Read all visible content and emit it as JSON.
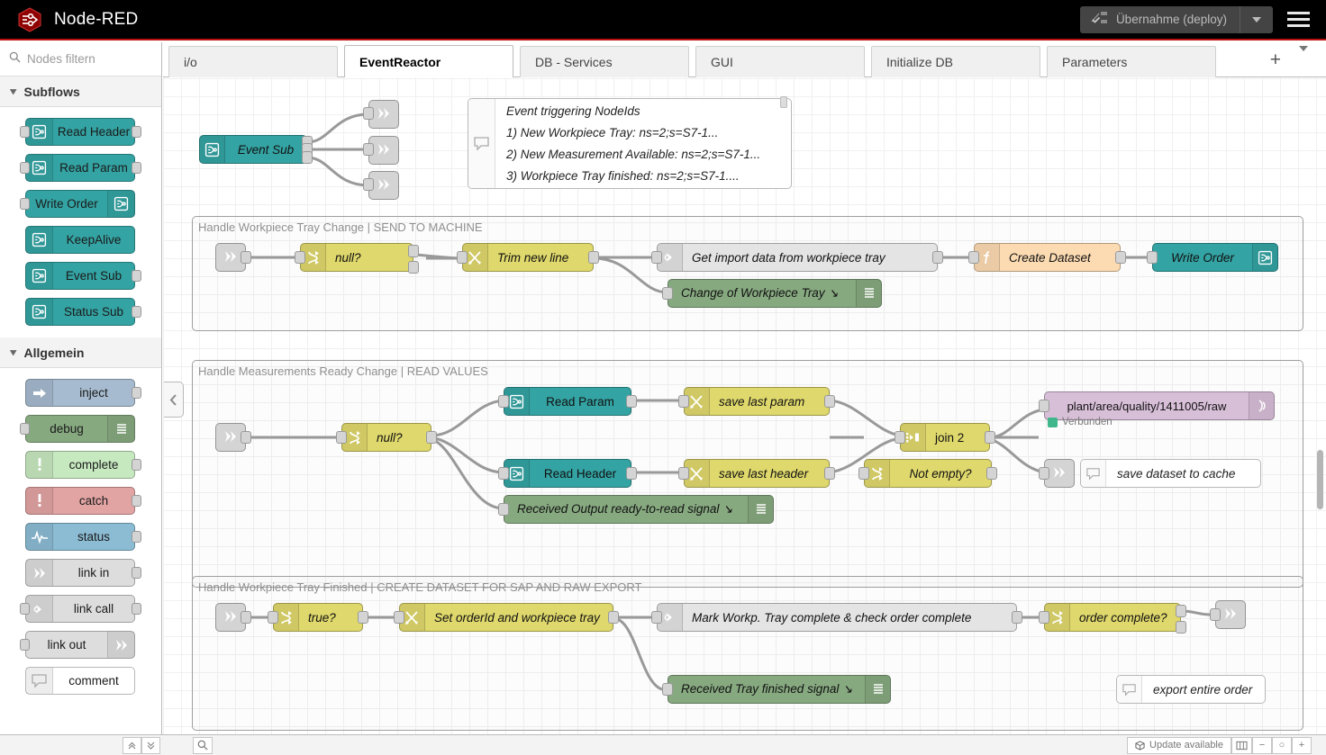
{
  "header": {
    "title": "Node-RED",
    "logo_icon": "node-red-logo",
    "deploy_label": "Übernahme (deploy)",
    "deploy_icon": "deploy-icon",
    "deploy_caret_icon": "chevron-down-icon",
    "menu_icon": "hamburger-menu-icon"
  },
  "palette": {
    "search_placeholder": "Nodes filtern",
    "search_icon": "search-icon",
    "categories": [
      {
        "name": "Subflows",
        "chevron_icon": "chevron-down-icon",
        "items": [
          {
            "label": "Read Header",
            "icon": "subflow-icon",
            "color": "#34a3a3",
            "icon_side": "left",
            "has_input": true,
            "has_output": true
          },
          {
            "label": "Read Param",
            "icon": "subflow-icon",
            "color": "#34a3a3",
            "icon_side": "left",
            "has_input": true,
            "has_output": true
          },
          {
            "label": "Write Order",
            "icon": "subflow-icon",
            "color": "#34a3a3",
            "icon_side": "right",
            "has_input": true,
            "has_output": false
          },
          {
            "label": "KeepAlive",
            "icon": "subflow-icon",
            "color": "#34a3a3",
            "icon_side": "left",
            "has_input": false,
            "has_output": false
          },
          {
            "label": "Event Sub",
            "icon": "subflow-icon",
            "color": "#34a3a3",
            "icon_side": "left",
            "has_input": false,
            "has_output": true
          },
          {
            "label": "Status Sub",
            "icon": "subflow-icon",
            "color": "#34a3a3",
            "icon_side": "left",
            "has_input": false,
            "has_output": true
          }
        ]
      },
      {
        "name": "Allgemein",
        "chevron_icon": "chevron-down-icon",
        "items": [
          {
            "label": "inject",
            "icon": "inject-arrow-icon",
            "color": "#a6bbcf",
            "icon_side": "left",
            "has_input": false,
            "has_output": true
          },
          {
            "label": "debug",
            "icon": "debug-lines-icon",
            "color": "#87a980",
            "icon_side": "right",
            "has_input": true,
            "has_output": false
          },
          {
            "label": "complete",
            "icon": "exclamation-icon",
            "color": "#c7e9c0",
            "icon_side": "left",
            "has_input": false,
            "has_output": true
          },
          {
            "label": "catch",
            "icon": "exclamation-icon",
            "color": "#e2a3a3",
            "icon_side": "left",
            "has_input": false,
            "has_output": true
          },
          {
            "label": "status",
            "icon": "status-pulse-icon",
            "color": "#8bbcd3",
            "icon_side": "left",
            "has_input": false,
            "has_output": true
          },
          {
            "label": "link in",
            "icon": "link-icon",
            "color": "#dddddd",
            "icon_side": "left",
            "has_input": false,
            "has_output": true
          },
          {
            "label": "link call",
            "icon": "link-call-icon",
            "color": "#dddddd",
            "icon_side": "left",
            "has_input": true,
            "has_output": true
          },
          {
            "label": "link out",
            "icon": "link-icon",
            "color": "#dddddd",
            "icon_side": "right",
            "has_input": true,
            "has_output": false
          },
          {
            "label": "comment",
            "icon": "comment-bubble-icon",
            "color": "#ffffff",
            "icon_side": "left",
            "has_input": false,
            "has_output": false
          }
        ]
      }
    ]
  },
  "tabs": {
    "items": [
      {
        "label": "i/o",
        "active": false
      },
      {
        "label": "EventReactor",
        "active": true
      },
      {
        "label": "DB - Services",
        "active": false
      },
      {
        "label": "GUI",
        "active": false
      },
      {
        "label": "Initialize DB",
        "active": false
      },
      {
        "label": "Parameters",
        "active": false
      }
    ],
    "add_label": "+",
    "add_icon": "plus-icon",
    "menu_icon": "chevron-down-icon"
  },
  "canvas": {
    "collapse_icon": "chevron-left-icon",
    "event_sub": {
      "label": "Event Sub",
      "icon": "subflow-icon",
      "color": "#34a3a3"
    },
    "top_comment": {
      "icon": "comment-bubble-icon",
      "lines": [
        "Event triggering NodeIds",
        "1) New Workpiece Tray: ns=2;s=S7-1...",
        "2) New Measurement Available: ns=2;s=S7-1...",
        "3) Workpiece Tray finished: ns=2;s=S7-1...."
      ]
    },
    "link_out_nodes": [
      {
        "icon": "link-out-icon",
        "color": "#d4d4d4"
      },
      {
        "icon": "link-out-icon",
        "color": "#d4d4d4"
      },
      {
        "icon": "link-out-icon",
        "color": "#d4d4d4"
      }
    ],
    "groups": [
      {
        "title": "Handle Workpiece Tray Change | SEND TO MACHINE",
        "nodes": [
          {
            "label": "",
            "icon": "link-in-icon",
            "color": "#d4d4d4"
          },
          {
            "label": "null?",
            "icon": "switch-icon",
            "color": "#dfd86c"
          },
          {
            "label": "Trim new line",
            "icon": "change-icon",
            "color": "#dfd86c"
          },
          {
            "label": "Get import data from workpiece tray",
            "icon": "link-call-icon",
            "color": "#e4e4e4"
          },
          {
            "label": "Change of Workpiece Tray ↘",
            "icon": "debug-lines-icon",
            "color": "#87a980"
          },
          {
            "label": "Create Dataset",
            "icon": "function-icon",
            "color": "#fcdbb2"
          },
          {
            "label": "Write Order",
            "icon": "subflow-icon",
            "color": "#34a3a3"
          }
        ]
      },
      {
        "title": "Handle Measurements Ready Change | READ VALUES",
        "nodes": [
          {
            "label": "",
            "icon": "link-in-icon",
            "color": "#d4d4d4"
          },
          {
            "label": "null?",
            "icon": "switch-icon",
            "color": "#dfd86c"
          },
          {
            "label": "Read Param",
            "icon": "subflow-icon",
            "color": "#34a3a3"
          },
          {
            "label": "Read Header",
            "icon": "subflow-icon",
            "color": "#34a3a3"
          },
          {
            "label": "save last param",
            "icon": "change-icon",
            "color": "#dfd86c"
          },
          {
            "label": "save last header",
            "icon": "change-icon",
            "color": "#dfd86c"
          },
          {
            "label": "Received Output ready-to-read signal ↘",
            "icon": "debug-lines-icon",
            "color": "#87a980"
          },
          {
            "label": "join 2",
            "icon": "join-icon",
            "color": "#dfd86c"
          },
          {
            "label": "Not empty?",
            "icon": "switch-icon",
            "color": "#dfd86c"
          },
          {
            "label": "plant/area/quality/1411005/raw",
            "icon": "mqtt-icon",
            "color": "#d8bfd8",
            "status": "Verbunden",
            "status_color": "#3fb68b"
          },
          {
            "label": "",
            "icon": "link-out-icon",
            "color": "#d4d4d4"
          },
          {
            "label": "save dataset to cache",
            "icon": "comment-bubble-icon",
            "color": "#ffffff"
          }
        ]
      },
      {
        "title": "Handle Workpiece Tray Finished | CREATE DATASET FOR SAP AND RAW EXPORT",
        "nodes": [
          {
            "label": "",
            "icon": "link-in-icon",
            "color": "#d4d4d4"
          },
          {
            "label": "true?",
            "icon": "switch-icon",
            "color": "#dfd86c"
          },
          {
            "label": "Set orderId and workpiece tray",
            "icon": "change-icon",
            "color": "#dfd86c"
          },
          {
            "label": "Mark Workp. Tray complete & check order complete",
            "icon": "link-call-icon",
            "color": "#e4e4e4"
          },
          {
            "label": "Received Tray finished signal ↘",
            "icon": "debug-lines-icon",
            "color": "#87a980"
          },
          {
            "label": "order complete?",
            "icon": "switch-icon",
            "color": "#dfd86c"
          },
          {
            "label": "",
            "icon": "link-out-icon",
            "color": "#d4d4d4"
          },
          {
            "label": "export entire order",
            "icon": "comment-bubble-icon",
            "color": "#ffffff"
          }
        ]
      }
    ]
  },
  "footer": {
    "collapse_up_icon": "chevrons-up-icon",
    "collapse_down_icon": "chevrons-down-icon",
    "search_icon": "search-icon",
    "update_label": "Update available",
    "update_icon": "cube-icon",
    "map_icon": "navigator-map-icon",
    "zoom_out_label": "−",
    "zoom_reset_label": "○",
    "zoom_in_label": "+"
  }
}
